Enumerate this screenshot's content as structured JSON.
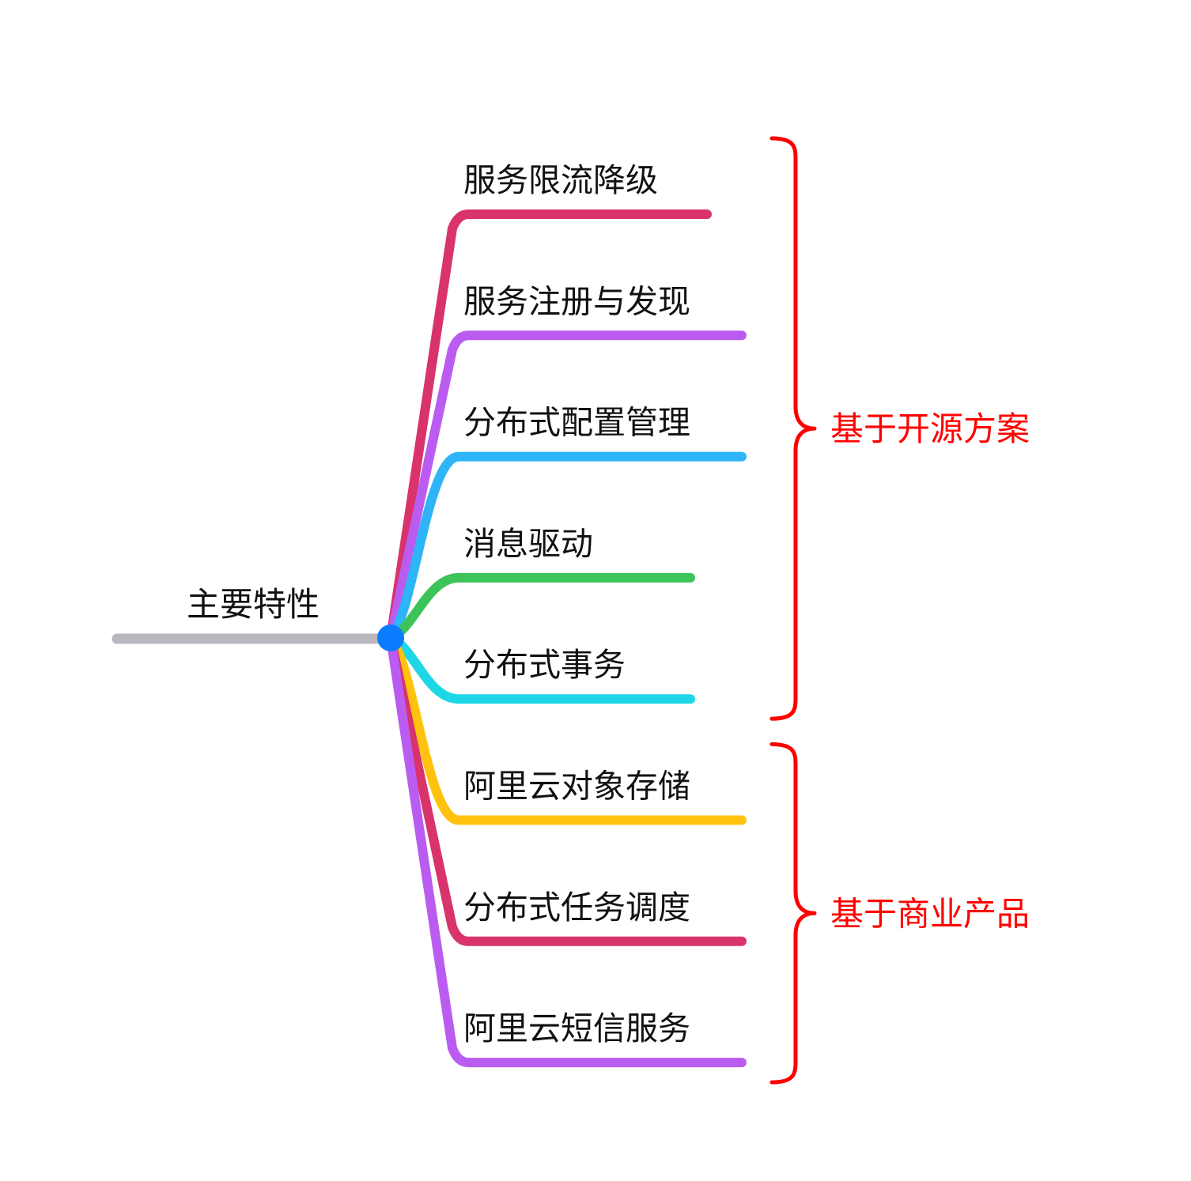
{
  "root": {
    "label": "主要特性",
    "line_color": "#b9b7bd",
    "node_color": "#0a7cff"
  },
  "branches": [
    {
      "label": "服务限流降级",
      "color": "#d9336c"
    },
    {
      "label": "服务注册与发现",
      "color": "#bb5cf0"
    },
    {
      "label": "分布式配置管理",
      "color": "#2db5f7"
    },
    {
      "label": "消息驱动",
      "color": "#3cc45a"
    },
    {
      "label": "分布式事务",
      "color": "#1ed7e6"
    },
    {
      "label": "阿里云对象存储",
      "color": "#ffc20e"
    },
    {
      "label": "分布式任务调度",
      "color": "#d9336c"
    },
    {
      "label": "阿里云短信服务",
      "color": "#bb5cf0"
    }
  ],
  "groups": [
    {
      "label": "基于开源方案",
      "from_branch": 0,
      "to_branch": 4,
      "color": "#ff0000"
    },
    {
      "label": "基于商业产品",
      "from_branch": 5,
      "to_branch": 7,
      "color": "#ff0000"
    }
  ]
}
